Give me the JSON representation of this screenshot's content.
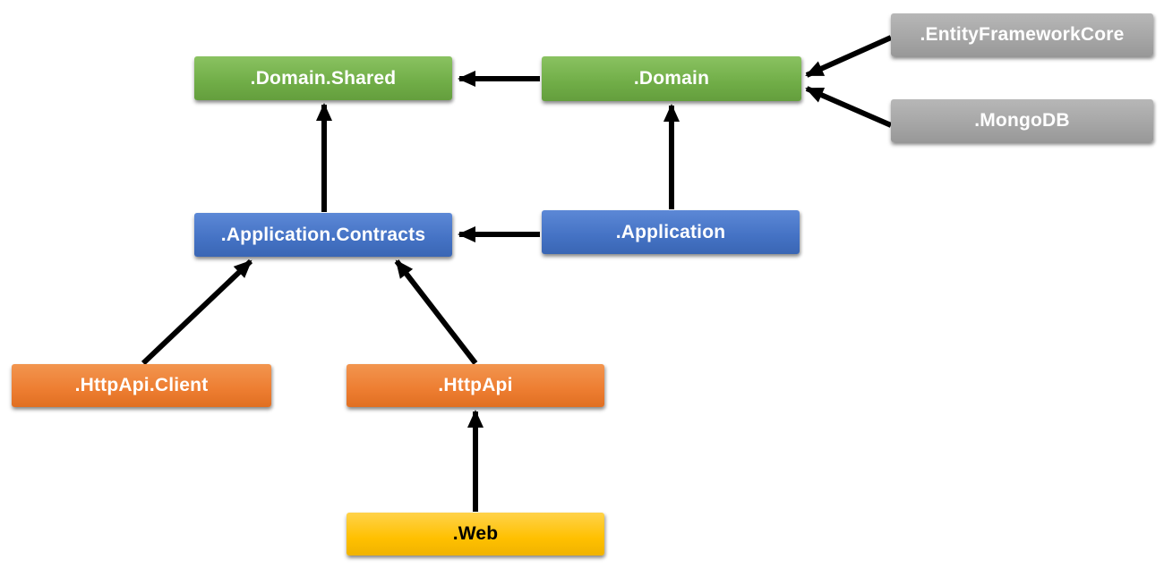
{
  "diagram": {
    "type": "dependency-graph",
    "background": "#ffffff",
    "arrow_color": "#000000",
    "nodes": [
      {
        "id": "domain-shared",
        "label": ".Domain.Shared",
        "color": "#70AD47",
        "text_color": "#FFFFFF"
      },
      {
        "id": "domain",
        "label": ".Domain",
        "color": "#70AD47",
        "text_color": "#FFFFFF"
      },
      {
        "id": "entity-framework-core",
        "label": ".EntityFrameworkCore",
        "color": "#A5A5A5",
        "text_color": "#FFFFFF"
      },
      {
        "id": "mongodb",
        "label": ".MongoDB",
        "color": "#A5A5A5",
        "text_color": "#FFFFFF"
      },
      {
        "id": "application-contracts",
        "label": ".Application.Contracts",
        "color": "#4472C4",
        "text_color": "#FFFFFF"
      },
      {
        "id": "application",
        "label": ".Application",
        "color": "#4472C4",
        "text_color": "#FFFFFF"
      },
      {
        "id": "httpapi-client",
        "label": ".HttpApi.Client",
        "color": "#ED7D31",
        "text_color": "#FFFFFF"
      },
      {
        "id": "httpapi",
        "label": ".HttpApi",
        "color": "#ED7D31",
        "text_color": "#FFFFFF"
      },
      {
        "id": "web",
        "label": ".Web",
        "color": "#FFC000",
        "text_color": "#000000"
      }
    ],
    "edges": [
      {
        "from": ".Domain",
        "to": ".Domain.Shared"
      },
      {
        "from": ".EntityFrameworkCore",
        "to": ".Domain"
      },
      {
        "from": ".MongoDB",
        "to": ".Domain"
      },
      {
        "from": ".Application.Contracts",
        "to": ".Domain.Shared"
      },
      {
        "from": ".Application",
        "to": ".Application.Contracts"
      },
      {
        "from": ".Application",
        "to": ".Domain"
      },
      {
        "from": ".HttpApi.Client",
        "to": ".Application.Contracts"
      },
      {
        "from": ".HttpApi",
        "to": ".Application.Contracts"
      },
      {
        "from": ".Web",
        "to": ".HttpApi"
      }
    ]
  }
}
